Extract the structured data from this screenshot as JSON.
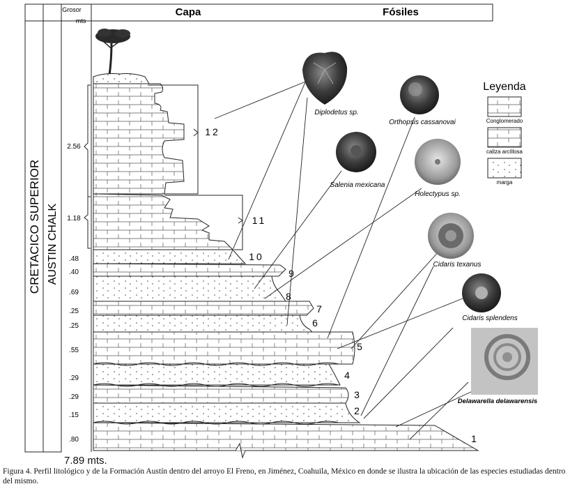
{
  "columns": {
    "system": "CRETACICO SUPERIOR",
    "formation": "AUSTIN CHALK",
    "thickness_header_line1": "Grosor",
    "thickness_header_line2": "mts",
    "layer_header": "Capa",
    "fossils_header": "Fósiles"
  },
  "thicknesses": [
    "2.56",
    "1.18",
    ".48",
    ".40",
    ".69",
    ".25",
    ".25",
    ".55",
    ".29",
    ".29",
    ".15",
    ".80"
  ],
  "layer_numbers": [
    "1",
    "2",
    "3",
    "4",
    "5",
    "6",
    "7",
    "8",
    "9",
    "10",
    "11",
    "12"
  ],
  "fossils": [
    "Diplodetus sp.",
    "Orthopsis cassanovai",
    "Salenia mexicana",
    "Holectypus sp.",
    "Cidaris texanus",
    "Cidaris splendens",
    "Delawarella delawarensis"
  ],
  "legend": {
    "title": "Leyenda",
    "items": [
      "Conglomerado",
      "caliza arcillosa",
      "marga"
    ]
  },
  "total_thickness": "7.89 mts.",
  "caption": "Figura 4. Perfil litológico y de la Formación Austín dentro del arroyo El Freno, en Jiménez, Coahuila, México en donde se ilustra la ubicación de las especies estudiadas dentro del mismo."
}
